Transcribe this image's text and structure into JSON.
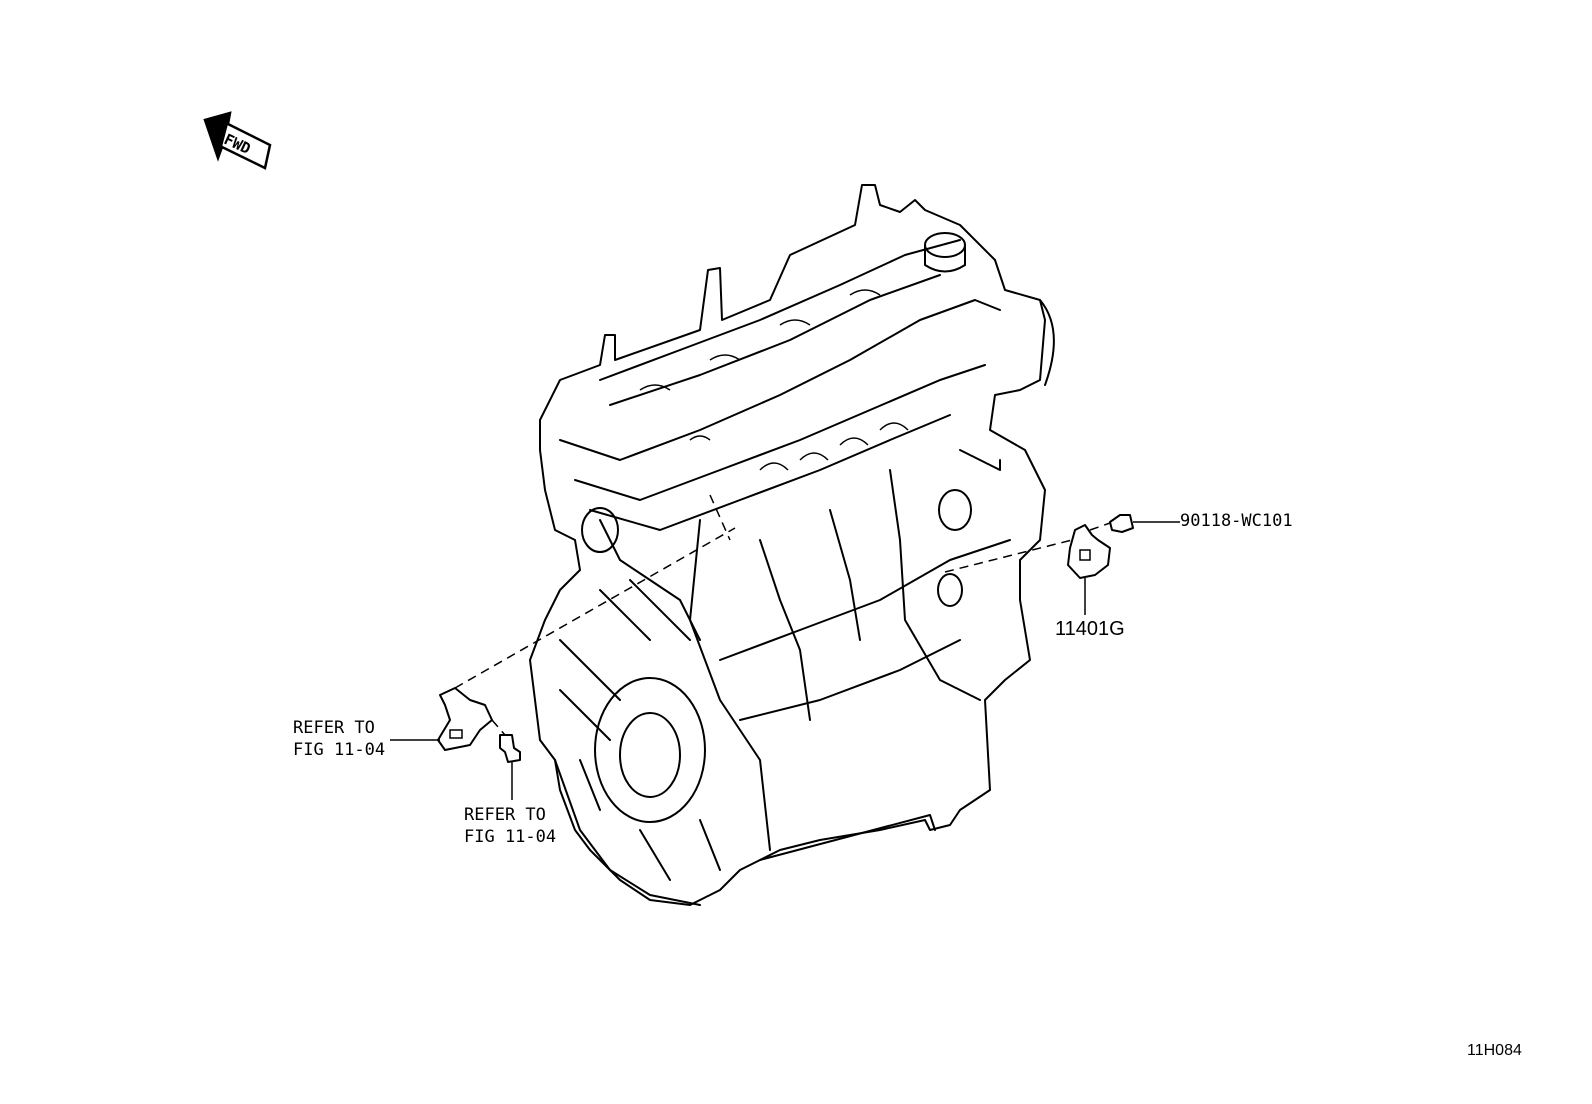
{
  "diagram": {
    "fwd_label": "FWD",
    "callouts": [
      {
        "id": "bolt",
        "text": "90118-WC101"
      },
      {
        "id": "sensor",
        "text": "11401G"
      },
      {
        "id": "refer1_line1",
        "text": "REFER TO"
      },
      {
        "id": "refer1_line2",
        "text": "FIG 11-04"
      },
      {
        "id": "refer2_line1",
        "text": "REFER TO"
      },
      {
        "id": "refer2_line2",
        "text": "FIG 11-04"
      }
    ],
    "figure_code": "11H084"
  }
}
